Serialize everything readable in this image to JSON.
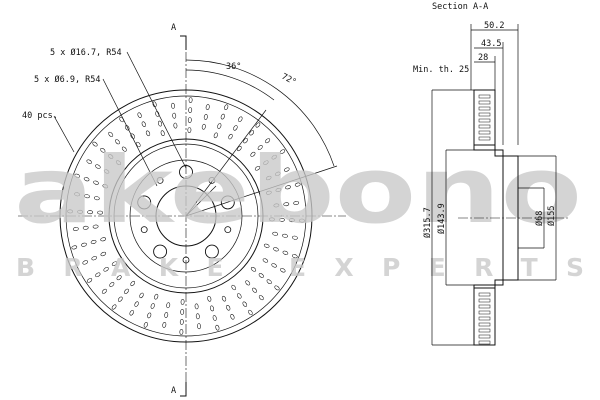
{
  "labels": {
    "section_title": "Section A-A",
    "section_mark_top": "A",
    "section_mark_bottom": "A",
    "min_thickness": "Min. th. 25",
    "bolt_holes": "5 x Ø16.7, R54",
    "pin_holes": "5 x Ø6.9, R54",
    "vent_count": "40 pcs.",
    "angle_small": "36°",
    "angle_large": "72°",
    "width_total": "50.2",
    "width_hat": "43.5",
    "width_disc": "28",
    "dia_outer": "Ø315.7",
    "dia_hat": "Ø143.9",
    "dia_center": "Ø68",
    "dia_hub": "Ø155"
  },
  "watermark": {
    "brand": "akebono",
    "tagline": "BRAKE EXPERTS",
    "color": "#c9c9c9"
  },
  "colors": {
    "line": "#111111",
    "background": "#ffffff"
  }
}
